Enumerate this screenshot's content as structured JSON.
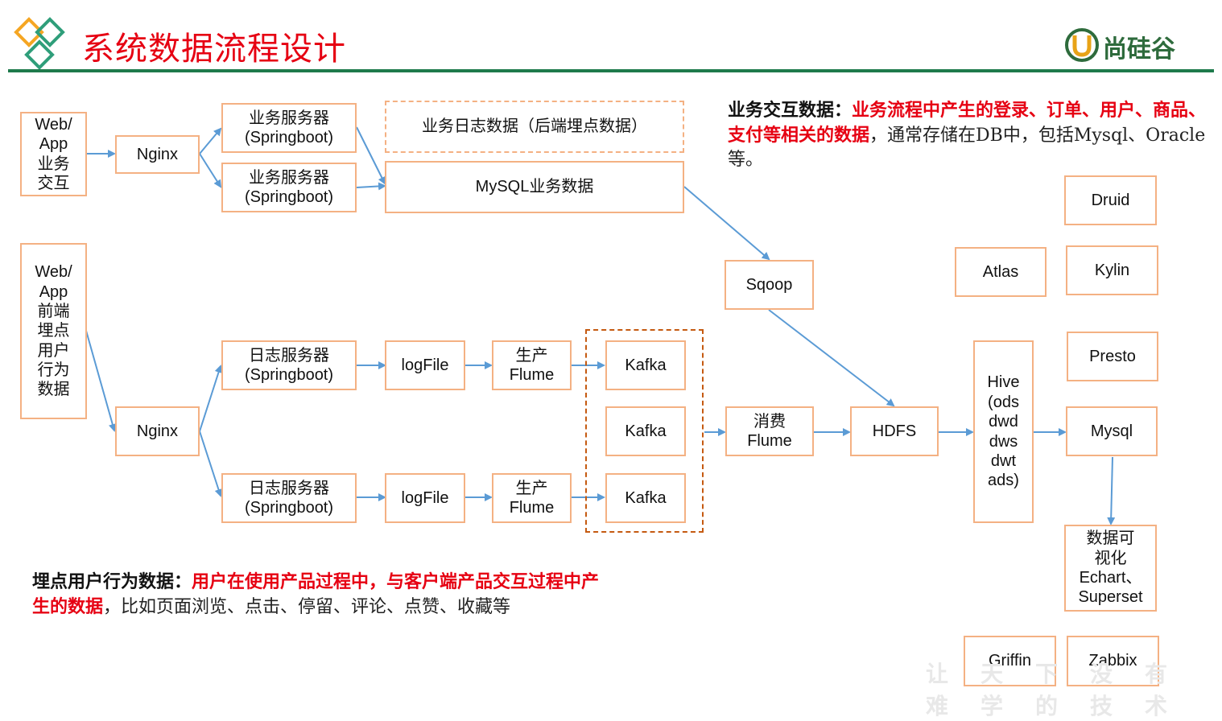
{
  "header": {
    "title": "系统数据流程设计",
    "logo_text": "尚硅谷",
    "accent_color": "#e60012",
    "line_color": "#1e7a4c"
  },
  "boxes": {
    "web_app_biz": [
      "Web/",
      "App",
      "业务",
      "交互"
    ],
    "nginx_top": [
      "Nginx"
    ],
    "biz_server_1": [
      "业务服务器",
      "(Springboot)"
    ],
    "biz_server_2": [
      "业务服务器",
      "(Springboot)"
    ],
    "biz_log": [
      "业务日志数据（后端埋点数据）"
    ],
    "mysql_biz": [
      "MySQL业务数据"
    ],
    "web_app_track": [
      "Web/",
      "App",
      "前端",
      "埋点",
      "用户",
      "行为",
      "数据"
    ],
    "nginx_bottom": [
      "Nginx"
    ],
    "log_server_1": [
      "日志服务器",
      "(Springboot)"
    ],
    "log_server_2": [
      "日志服务器",
      "(Springboot)"
    ],
    "logfile_1": [
      "logFile"
    ],
    "logfile_2": [
      "logFile"
    ],
    "flume_prod_1": [
      "生产",
      "Flume"
    ],
    "flume_prod_2": [
      "生产",
      "Flume"
    ],
    "kafka_1": [
      "Kafka"
    ],
    "kafka_2": [
      "Kafka"
    ],
    "kafka_3": [
      "Kafka"
    ],
    "sqoop": [
      "Sqoop"
    ],
    "flume_consume": [
      "消费",
      "Flume"
    ],
    "hdfs": [
      "HDFS"
    ],
    "hive": [
      "Hive",
      "(ods",
      "dwd",
      "dws",
      "dwt",
      "ads)"
    ],
    "atlas": [
      "Atlas"
    ],
    "druid": [
      "Druid"
    ],
    "kylin": [
      "Kylin"
    ],
    "presto": [
      "Presto"
    ],
    "mysql": [
      "Mysql"
    ],
    "viz": [
      "数据可",
      "视化",
      "Echart、",
      "Superset"
    ],
    "griffin": [
      "Griffin"
    ],
    "zabbix": [
      "Zabbix"
    ]
  },
  "notes": {
    "biz": {
      "key": "业务交互数据：",
      "red": "业务流程中产生的登录、订单、用户、商品、支付等相关的数据",
      "rest": "，通常存储在DB中，包括Mysql、Oracle等。"
    },
    "track": {
      "key": "埋点用户行为数据：",
      "red": "用户在使用产品过程中，与客户端产品交互过程中产生的数据",
      "rest": "，比如页面浏览、点击、停留、评论、点赞、收藏等"
    }
  },
  "watermark": "让天下没有难学的技术"
}
